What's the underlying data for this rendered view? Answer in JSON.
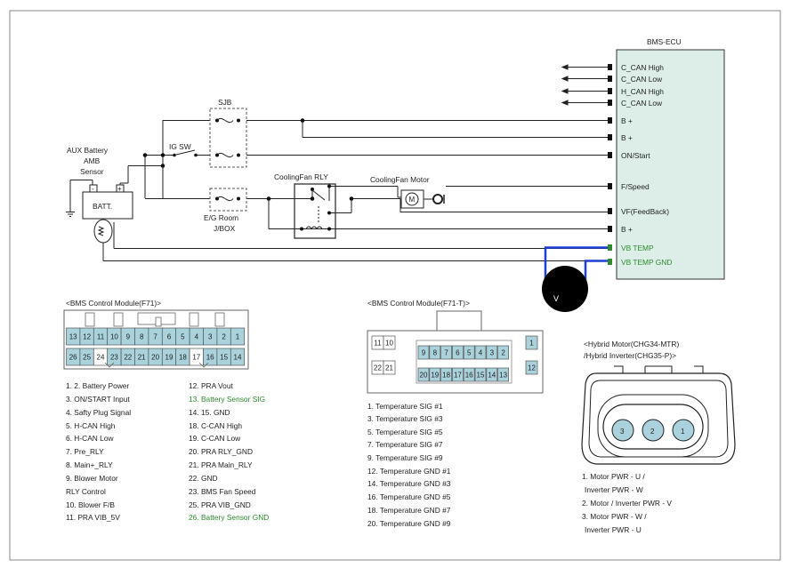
{
  "ecu": {
    "title": "BMS-ECU",
    "pins": [
      "C_CAN High",
      "C_CAN Low",
      "H_CAN High",
      "C_CAN Low",
      "B +",
      "B +",
      "ON/Start",
      "F/Speed",
      "VF(FeedBack)",
      "B +",
      "VB TEMP",
      "VB TEMP GND"
    ]
  },
  "labels": {
    "sjb": "SJB",
    "ig_sw": "IG SW",
    "aux_line1": "AUX Battery",
    "aux_line2": "AMB",
    "aux_line3": "Sensor",
    "batt": "BATT.",
    "minus": "-",
    "plus": "+",
    "eg_room1": "E/G Room",
    "eg_room2": "J/BOX",
    "fan_rly": "CoolingFan RLY",
    "fan_motor": "CoolingFan Motor",
    "motor_m": "M",
    "meter_v": "V"
  },
  "f71": {
    "title": "<BMS Control Module(F71)>",
    "row1": [
      "13",
      "12",
      "11",
      "10",
      "9",
      "8",
      "7",
      "6",
      "5",
      "4",
      "3",
      "2",
      "1"
    ],
    "row2": [
      "26",
      "25",
      "24",
      "23",
      "22",
      "21",
      "20",
      "19",
      "18",
      "17",
      "16",
      "15",
      "14"
    ],
    "legend_left": [
      "1. 2. Battery Power",
      "3. ON/START Input",
      "4. Safty Plug Signal",
      "5. H-CAN High",
      "6. H-CAN Low",
      "7. Pre_RLY",
      "8. Main+_RLY",
      "9. Blower Motor",
      "RLY Control",
      "10. Blower F/B",
      "11. PRA VIB_5V"
    ],
    "legend_right": [
      "12. PRA Vout",
      "13. Battery Sensor SIG",
      "14. 15. GND",
      "18. C-CAN High",
      "19. C-CAN Low",
      "20. PRA RLY_GND",
      "21. PRA Main_RLY",
      "22. GND",
      "23. BMS Fan Speed",
      "25. PRA VIB_GND",
      "26. Battery Sensor GND"
    ]
  },
  "f71t": {
    "title": "<BMS Control Module(F71-T)>",
    "left_top": [
      "11",
      "10"
    ],
    "left_bottom": [
      "22",
      "21"
    ],
    "mid_top": [
      "9",
      "8",
      "7",
      "6",
      "5",
      "4",
      "3",
      "2"
    ],
    "mid_bottom": [
      "20",
      "19",
      "18",
      "17",
      "16",
      "15",
      "14",
      "13"
    ],
    "right_top": "1",
    "right_bottom": "12",
    "legend": [
      "1. Temperature SIG #1",
      "3. Temperature SIG #3",
      "5. Temperature SIG #5",
      "7. Temperature SIG #7",
      "9. Temperature SIG #9",
      "12. Temperature GND #1",
      "14. Temperature GND #3",
      "16. Temperature GND #5",
      "18. Temperature GND #7",
      "20. Temperature GND #9"
    ]
  },
  "hybrid": {
    "title1": "<Hybrid Motor(CHG34-MTR)",
    "title2": "/Hybrid Inverter(CHG35-P)>",
    "pins": [
      "3",
      "2",
      "1"
    ],
    "legend": [
      "1. Motor PWR - U /",
      "Inverter PWR - W",
      "2. Motor / Inverter PWR - V",
      "3. Motor PWR - W /",
      "Inverter PWR - U"
    ]
  },
  "colors": {
    "pin_fill": "#a9d2dc",
    "ecu_fill": "#ddeee8",
    "green_label": "#2e8b2e",
    "blue_wire": "#1f3fd6"
  }
}
